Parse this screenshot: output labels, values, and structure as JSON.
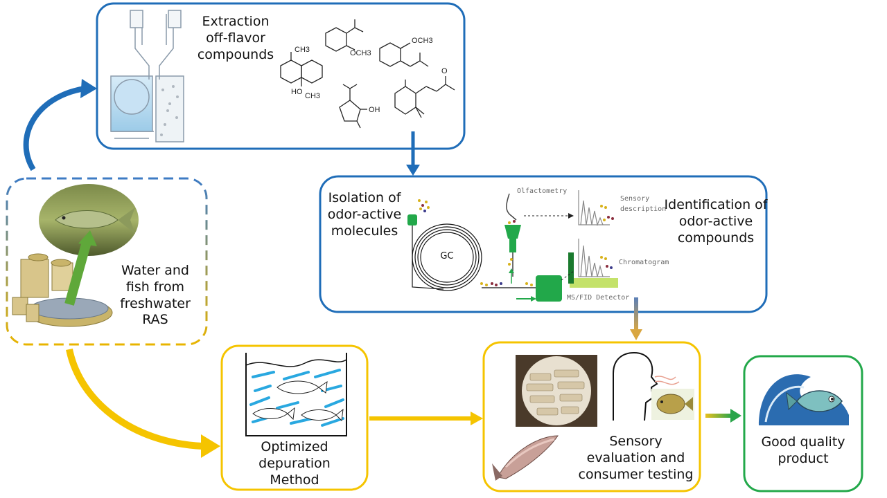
{
  "boxes": {
    "extraction": {
      "title": "Extraction off-flavor compounds"
    },
    "isolation": {
      "left_label": "Isolation of odor-active molecules",
      "right_label": "Identification of odor-active compounds",
      "gc_label": "GC",
      "olfactometry_label": "Olfactometry",
      "sensory_label": "Sensory description",
      "chromatogram_label": "Chromatogram",
      "detector_label": "MS/FID Detector"
    },
    "ras": {
      "label": "Water and fish from freshwater RAS"
    },
    "depuration": {
      "label": "Optimized depuration Method"
    },
    "sensory": {
      "label": "Sensory evaluation and consumer testing"
    },
    "product": {
      "label": "Good quality product"
    }
  },
  "molecules": {
    "och3_a": "OCH3",
    "och3_b": "OCH3",
    "ho": "HO",
    "ch3_top": "CH3",
    "ch3_bottom": "CH3",
    "oh": "OH",
    "o": "O"
  },
  "colors": {
    "blue": "#1f6db8",
    "yellow": "#f5c400",
    "green": "#22a84a",
    "dash_blue": "#3d7bc4",
    "dash_yellow": "#e8b400"
  }
}
